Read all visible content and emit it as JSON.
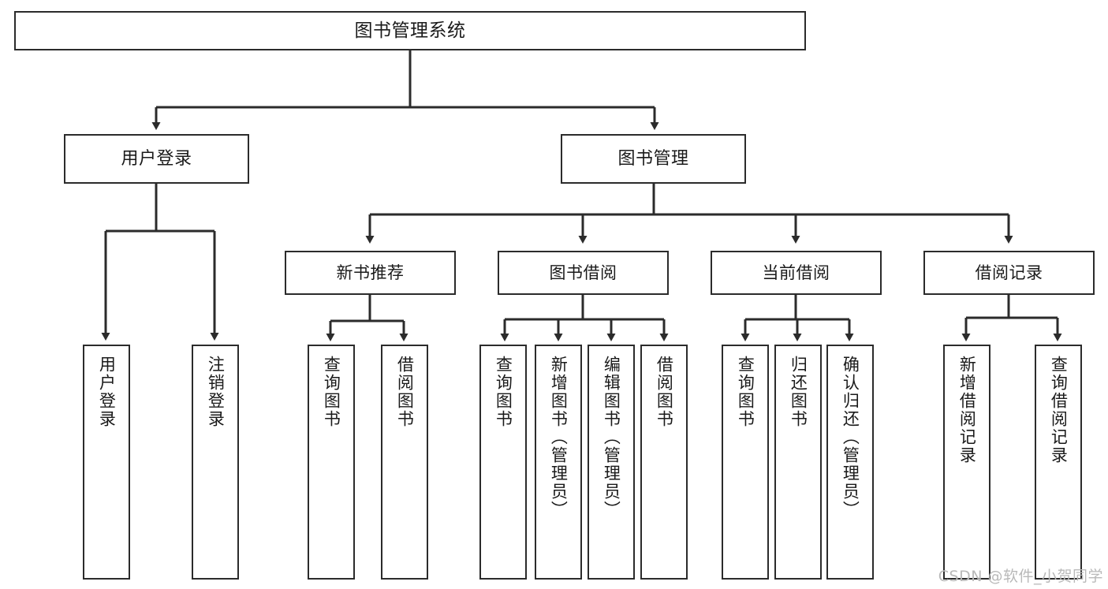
{
  "diagram": {
    "type": "tree-hierarchy",
    "title": "图书管理系统",
    "watermark": "CSDN @软件_小贺同学",
    "colors": {
      "box_border": "#2b2b2b",
      "box_fill": "#ffffff",
      "connector": "#2b2b2b",
      "text": "#1a1a1a",
      "watermark": "#b9b9b9"
    },
    "nodes": {
      "root": {
        "label": "图书管理系统"
      },
      "level1": [
        {
          "label": "用户登录"
        },
        {
          "label": "图书管理"
        }
      ],
      "level2": [
        {
          "label": "新书推荐"
        },
        {
          "label": "图书借阅"
        },
        {
          "label": "当前借阅"
        },
        {
          "label": "借阅记录"
        }
      ],
      "leaves": {
        "user_login": [
          {
            "label": "用户登录"
          },
          {
            "label": "注销登录"
          }
        ],
        "new_book_recommend": [
          {
            "label": "查询图书"
          },
          {
            "label": "借阅图书"
          }
        ],
        "book_borrow": [
          {
            "label": "查询图书"
          },
          {
            "label": "新增图书（管理员）"
          },
          {
            "label": "编辑图书（管理员）"
          },
          {
            "label": "借阅图书"
          }
        ],
        "current_borrow": [
          {
            "label": "查询图书"
          },
          {
            "label": "归还图书"
          },
          {
            "label": "确认归还（管理员）"
          }
        ],
        "borrow_records": [
          {
            "label": "新增借阅记录"
          },
          {
            "label": "查询借阅记录"
          }
        ]
      }
    }
  }
}
